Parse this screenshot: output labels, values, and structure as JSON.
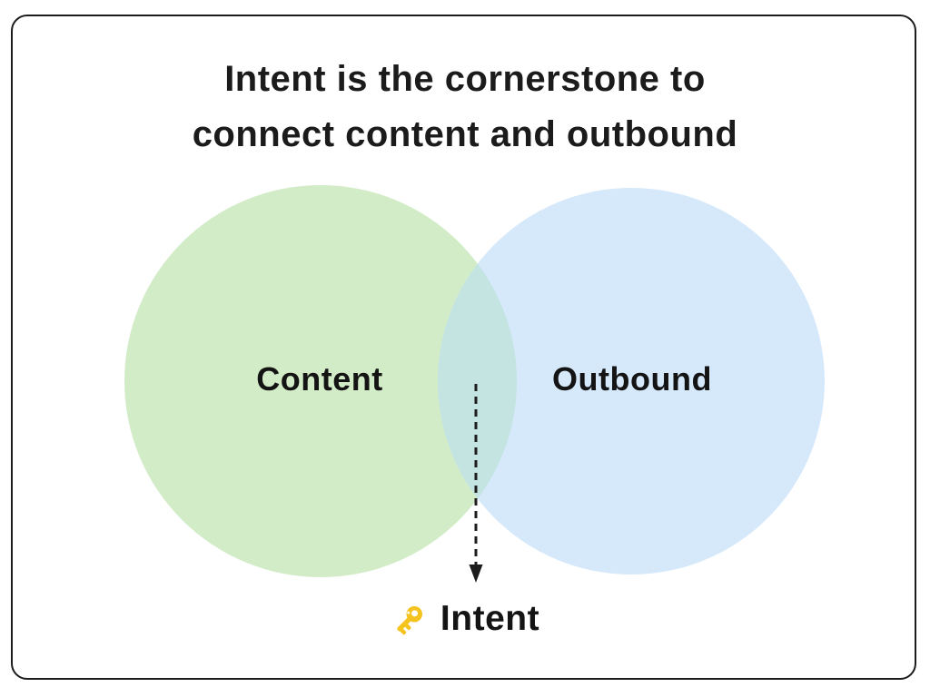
{
  "frame": {
    "border_color": "#1c1c1c",
    "background_color": "#ffffff"
  },
  "title": {
    "line1": "Intent is the cornerstone to",
    "line2": "connect content and outbound"
  },
  "venn": {
    "left_circle": {
      "label": "Content",
      "color": "#d3ecc8"
    },
    "right_circle": {
      "label": "Outbound",
      "color": "#d6e9fb"
    },
    "overlap": {
      "color": "#c3e4e0"
    }
  },
  "arrow": {
    "color": "#1d1d1d"
  },
  "intent": {
    "label": "Intent",
    "icon": "key-icon",
    "icon_color": "#f5c31d",
    "icon_hole_color": "#ffffff"
  },
  "text_color": "#1b1b1b"
}
